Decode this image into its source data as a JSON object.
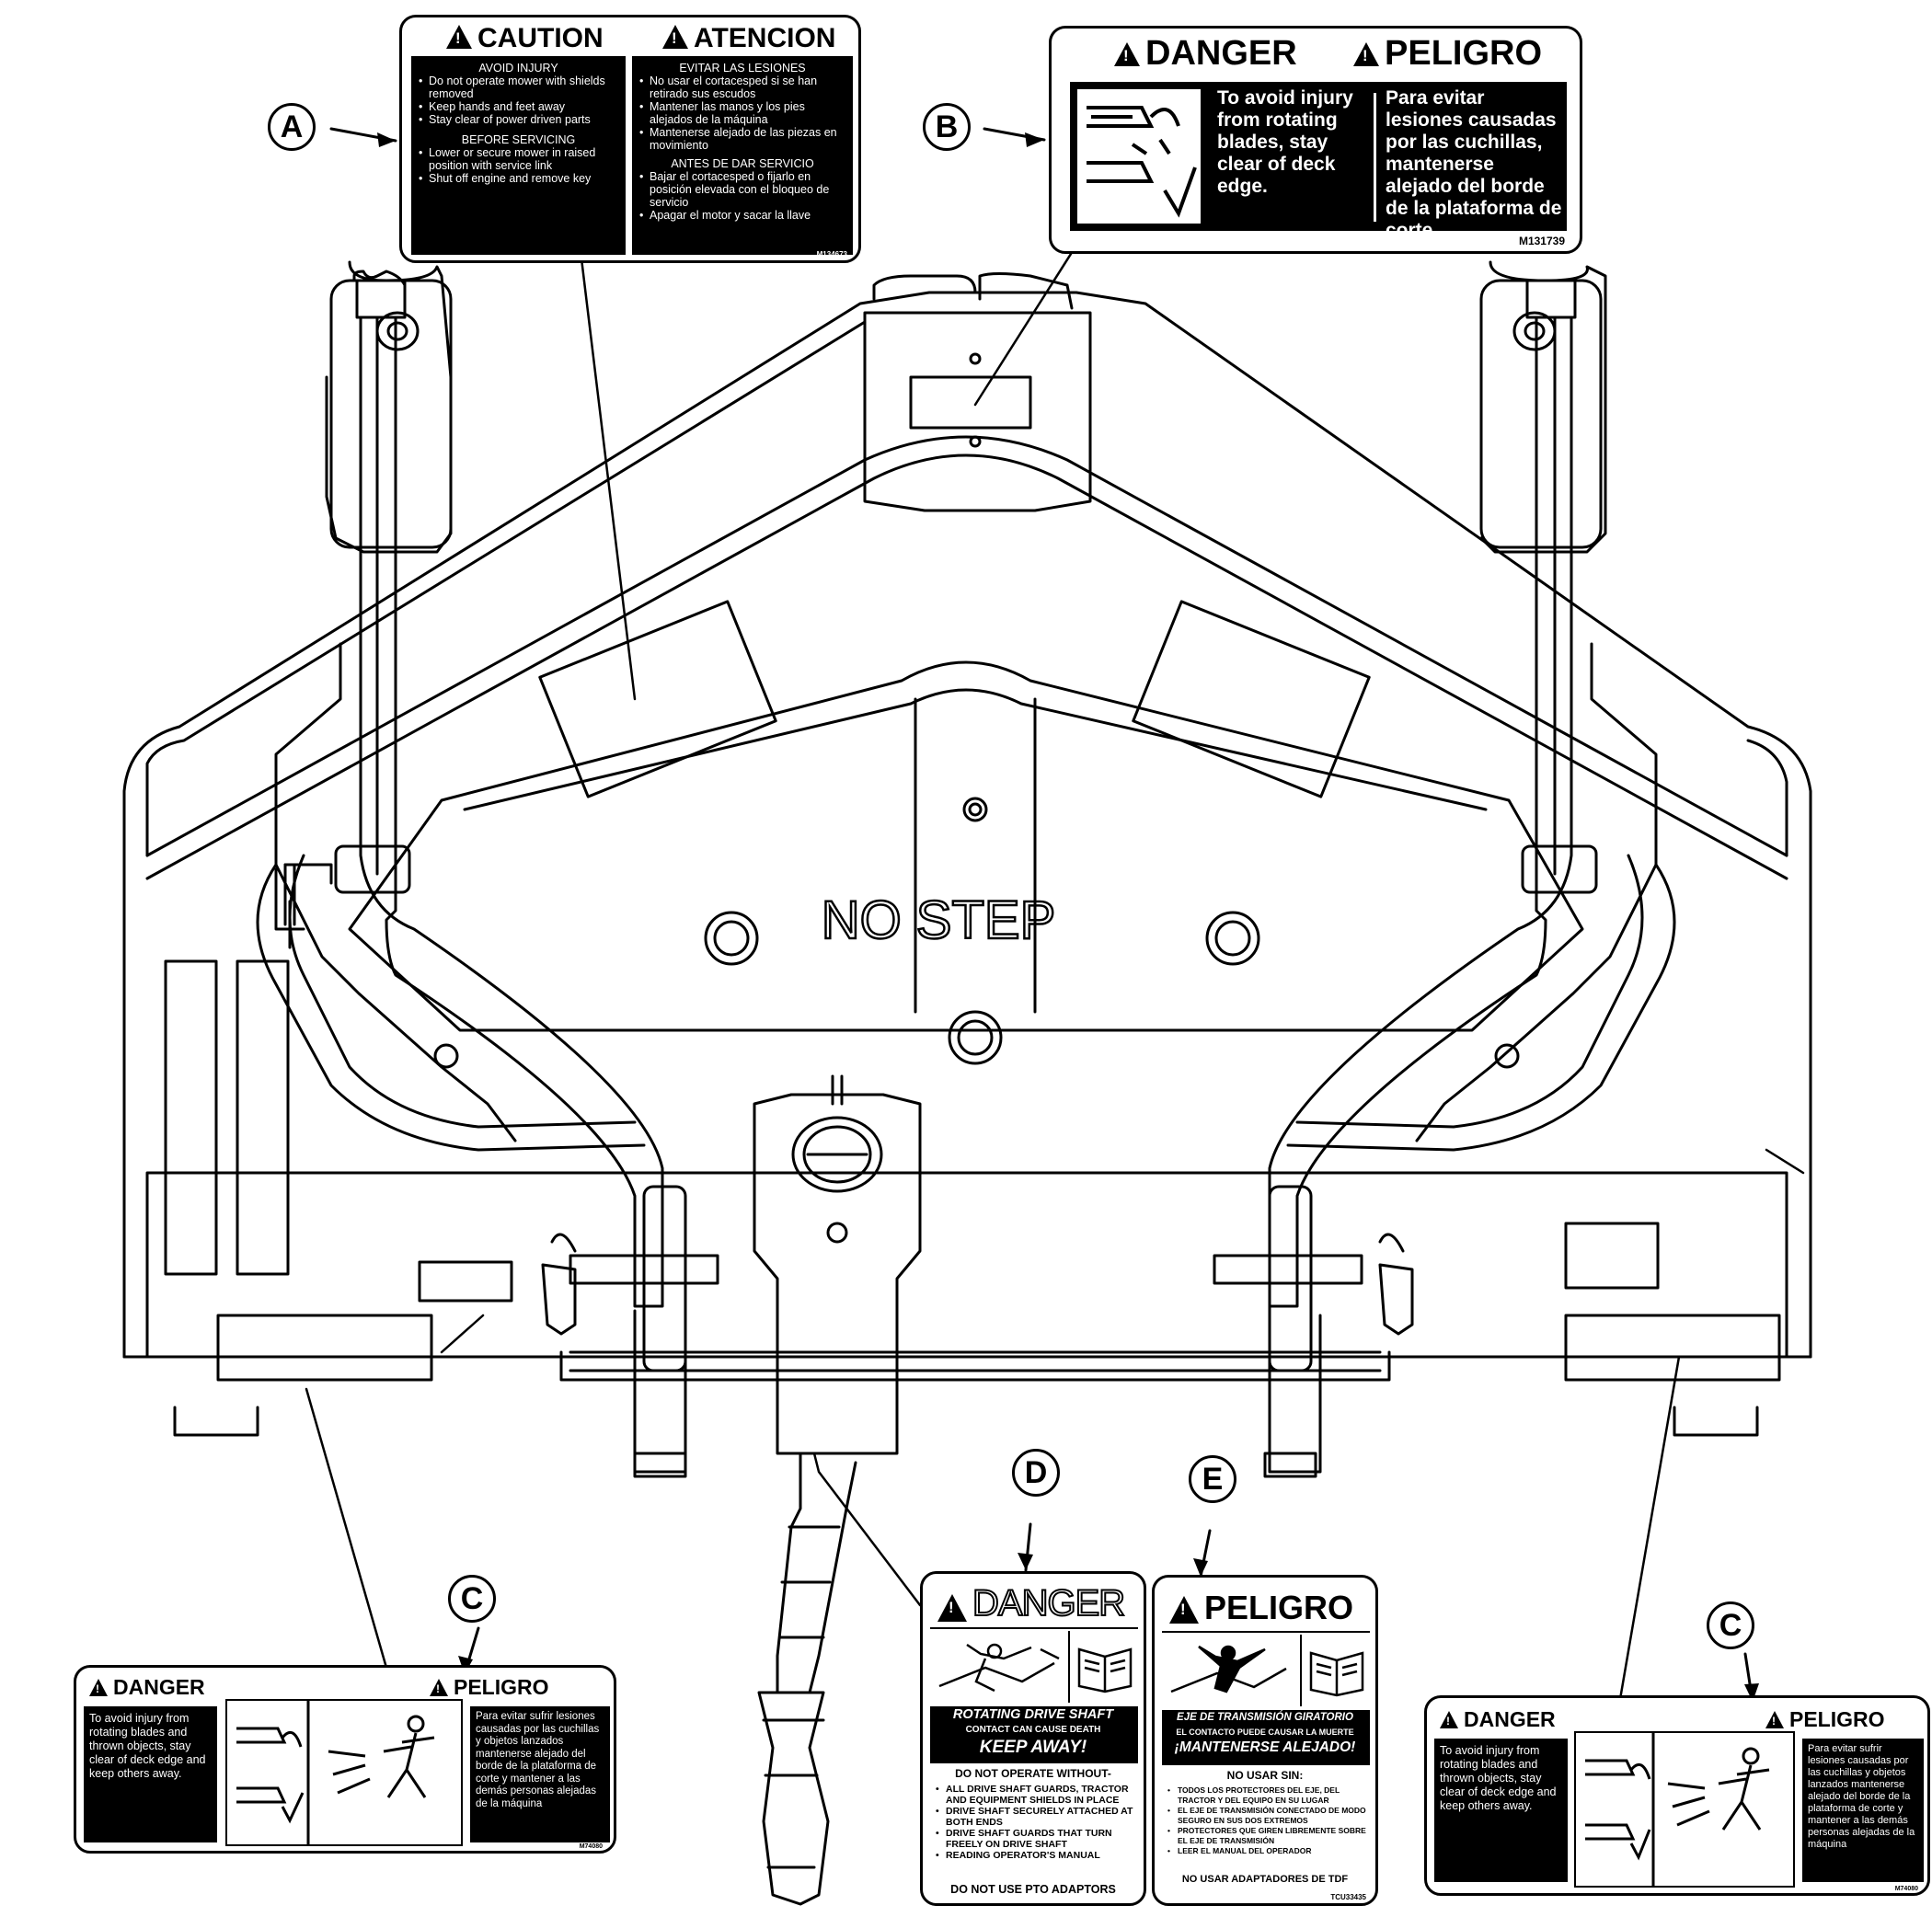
{
  "diagram": {
    "callouts": [
      "A",
      "B",
      "C",
      "C",
      "D",
      "E"
    ],
    "deck_marking": "NO STEP"
  },
  "label_a": {
    "left": {
      "header": "CAUTION",
      "section1_title": "AVOID INJURY",
      "section1_items": [
        "Do not operate mower with shields removed",
        "Keep hands and feet away",
        "Stay clear of power driven parts"
      ],
      "section2_title": "BEFORE SERVICING",
      "section2_items": [
        "Lower or secure mower in raised position with service link",
        "Shut off engine and remove key"
      ]
    },
    "right": {
      "header": "ATENCION",
      "section1_title": "EVITAR LAS LESIONES",
      "section1_items": [
        "No usar el cortacesped si se han retirado sus escudos",
        "Mantener las manos y los pies alejados de la máquina",
        "Mantenerse alejado de las piezas en movimiento"
      ],
      "section2_title": "ANTES DE DAR SERVICIO",
      "section2_items": [
        "Bajar el cortacesped o fijarlo en posición elevada con el bloqueo de servicio",
        "Apagar el motor y sacar la llave"
      ]
    },
    "code": "M134673"
  },
  "label_b": {
    "header_en": "DANGER",
    "header_es": "PELIGRO",
    "text_en": "To avoid injury from rotating blades, stay clear of deck edge.",
    "text_es": "Para evitar lesiones causadas por las cuchillas, mantenerse alejado del borde de la plataforma de corte.",
    "code": "M131739"
  },
  "label_c": {
    "header_en": "DANGER",
    "header_es": "PELIGRO",
    "text_en": "To avoid injury from rotating blades and thrown objects, stay clear of deck edge and keep others away.",
    "text_es": "Para evitar sufrir lesiones causadas por las cuchillas y objetos lanzados mantenerse alejado del borde de la plataforma de corte y mantener a las demás personas alejadas de la máquina",
    "code": "M74080"
  },
  "label_d": {
    "header": "DANGER",
    "line1": "ROTATING DRIVE SHAFT",
    "line2": "CONTACT CAN CAUSE DEATH",
    "line3": "KEEP AWAY!",
    "line4": "DO NOT OPERATE WITHOUT-",
    "items": [
      "ALL DRIVE SHAFT GUARDS, TRACTOR AND EQUIPMENT SHIELDS IN PLACE",
      "DRIVE SHAFT SECURELY ATTACHED AT BOTH ENDS",
      "DRIVE SHAFT GUARDS THAT TURN FREELY ON DRIVE SHAFT",
      "READING OPERATOR'S MANUAL"
    ],
    "footer": "DO NOT USE PTO ADAPTORS"
  },
  "label_e": {
    "header": "PELIGRO",
    "line1": "EJE DE TRANSMISIÓN GIRATORIO",
    "line2": "EL CONTACTO PUEDE CAUSAR LA MUERTE",
    "line3": "¡MANTENERSE ALEJADO!",
    "line4": "NO USAR SIN:",
    "items": [
      "TODOS LOS PROTECTORES DEL EJE, DEL TRACTOR Y DEL EQUIPO EN SU LUGAR",
      "EL EJE DE TRANSMISIÓN CONECTADO DE MODO SEGURO EN SUS DOS EXTREMOS",
      "PROTECTORES QUE GIREN LIBREMENTE SOBRE EL EJE DE TRANSMISIÓN",
      "LEER EL MANUAL DEL OPERADOR"
    ],
    "footer": "NO USAR ADAPTADORES DE TDF",
    "code": "TCU33435"
  }
}
